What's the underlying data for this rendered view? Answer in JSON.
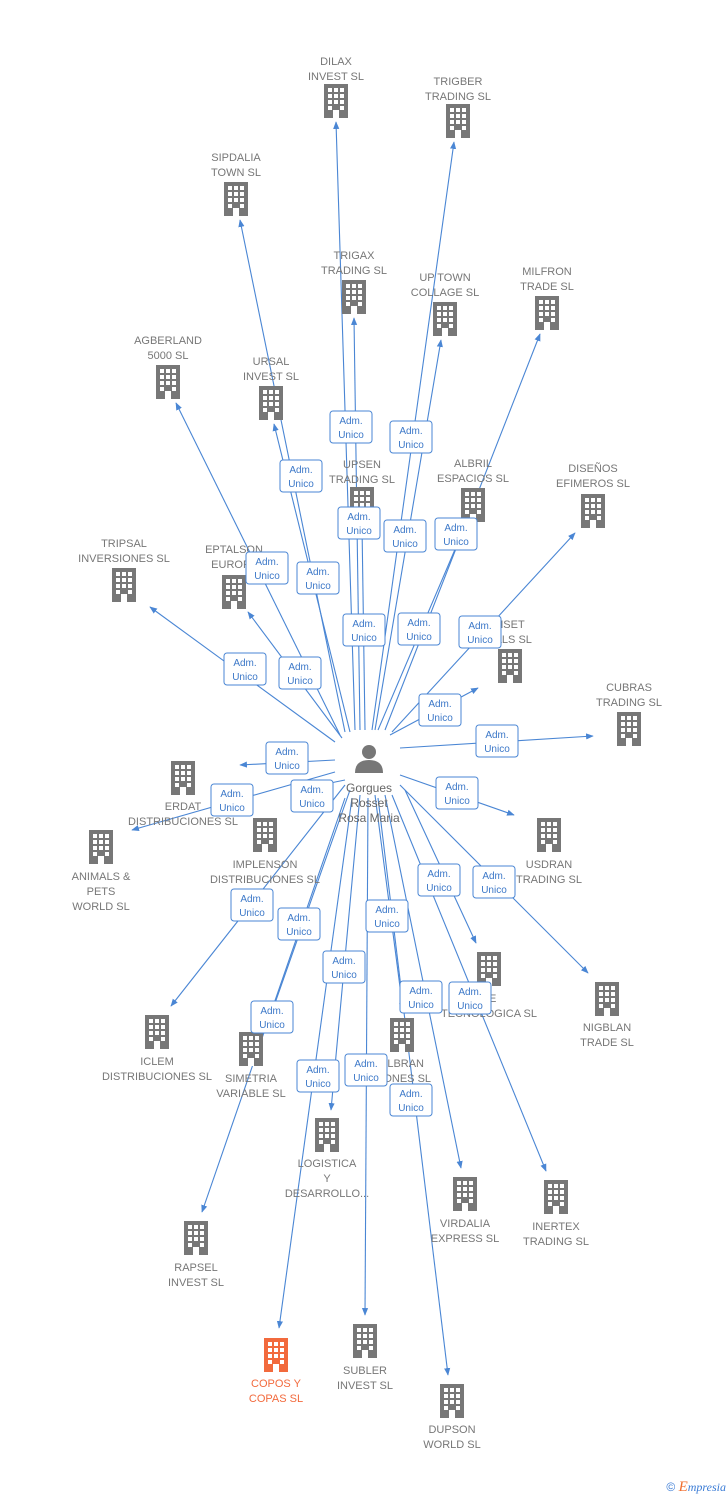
{
  "center": {
    "name_lines": [
      "Gorgues",
      "Rosset",
      "Rosa Maria"
    ],
    "icon": "person-icon"
  },
  "badge_lines": [
    "Adm.",
    "Unico"
  ],
  "colors": {
    "edge": "#4a86d4",
    "building": "#777777",
    "highlight": "#f26a3d"
  },
  "nodes": [
    {
      "id": "dilax",
      "lines": [
        "DILAX",
        "INVEST SL"
      ]
    },
    {
      "id": "trigber",
      "lines": [
        "TRIGBER",
        "TRADING SL"
      ]
    },
    {
      "id": "sipdalia",
      "lines": [
        "SIPDALIA",
        "TOWN SL"
      ]
    },
    {
      "id": "trigax",
      "lines": [
        "TRIGAX",
        "TRADING SL"
      ]
    },
    {
      "id": "uptown",
      "lines": [
        "UP TOWN",
        "COLLAGE SL"
      ]
    },
    {
      "id": "milfron",
      "lines": [
        "MILFRON",
        "TRADE SL"
      ]
    },
    {
      "id": "agberland",
      "lines": [
        "AGBERLAND",
        "5000 SL"
      ]
    },
    {
      "id": "ursal",
      "lines": [
        "URSAL",
        "INVEST SL"
      ]
    },
    {
      "id": "upsen",
      "lines": [
        "UPSEN",
        "TRADING SL"
      ]
    },
    {
      "id": "albril",
      "lines": [
        "ALBRIL",
        "ESPACIOS SL"
      ]
    },
    {
      "id": "disenos",
      "lines": [
        "DISEÑOS",
        "EFIMEROS SL"
      ]
    },
    {
      "id": "tripsal",
      "lines": [
        "TRIPSAL",
        "INVERSIONES SL"
      ]
    },
    {
      "id": "eptalson",
      "lines": [
        "EPTALSON",
        "EUROPA"
      ]
    },
    {
      "id": "nset",
      "lines": [
        "NSET",
        "VALS SL"
      ]
    },
    {
      "id": "cubras",
      "lines": [
        "CUBRAS",
        "TRADING SL"
      ]
    },
    {
      "id": "erdat",
      "lines": [
        "ERDAT",
        "DISTRIBUCIONES SL"
      ]
    },
    {
      "id": "animals",
      "lines": [
        "ANIMALS &",
        "PETS",
        "WORLD SL"
      ]
    },
    {
      "id": "implenson",
      "lines": [
        "IMPLENSON",
        "DISTRIBUCIONES SL"
      ]
    },
    {
      "id": "usdran",
      "lines": [
        "USDRAN",
        "TRADING SL"
      ]
    },
    {
      "id": "tecnologica",
      "lines": [
        "BE",
        "TECNOLOGICA SL"
      ]
    },
    {
      "id": "nigblan",
      "lines": [
        "NIGBLAN",
        "TRADE SL"
      ]
    },
    {
      "id": "iclem",
      "lines": [
        "ICLEM",
        "DISTRIBUCIONES SL"
      ]
    },
    {
      "id": "simetria",
      "lines": [
        "SIMETRIA",
        "VARIABLE SL"
      ]
    },
    {
      "id": "albran",
      "lines": [
        "ALBRAN",
        "SIONES SL"
      ]
    },
    {
      "id": "logistica",
      "lines": [
        "LOGISTICA",
        "Y",
        "DESARROLLO..."
      ]
    },
    {
      "id": "virdalia",
      "lines": [
        "VIRDALIA",
        "EXPRESS SL"
      ]
    },
    {
      "id": "inertex",
      "lines": [
        "INERTEX",
        "TRADING SL"
      ]
    },
    {
      "id": "rapsel",
      "lines": [
        "RAPSEL",
        "INVEST SL"
      ]
    },
    {
      "id": "copos",
      "lines": [
        "COPOS Y",
        "COPAS  SL"
      ],
      "highlight": true
    },
    {
      "id": "subler",
      "lines": [
        "SUBLER",
        "INVEST SL"
      ]
    },
    {
      "id": "dupson",
      "lines": [
        "DUPSON",
        "WORLD SL"
      ]
    }
  ],
  "footer": {
    "copyright": "©",
    "brand_initial": "E",
    "brand_rest": "mpresia"
  }
}
